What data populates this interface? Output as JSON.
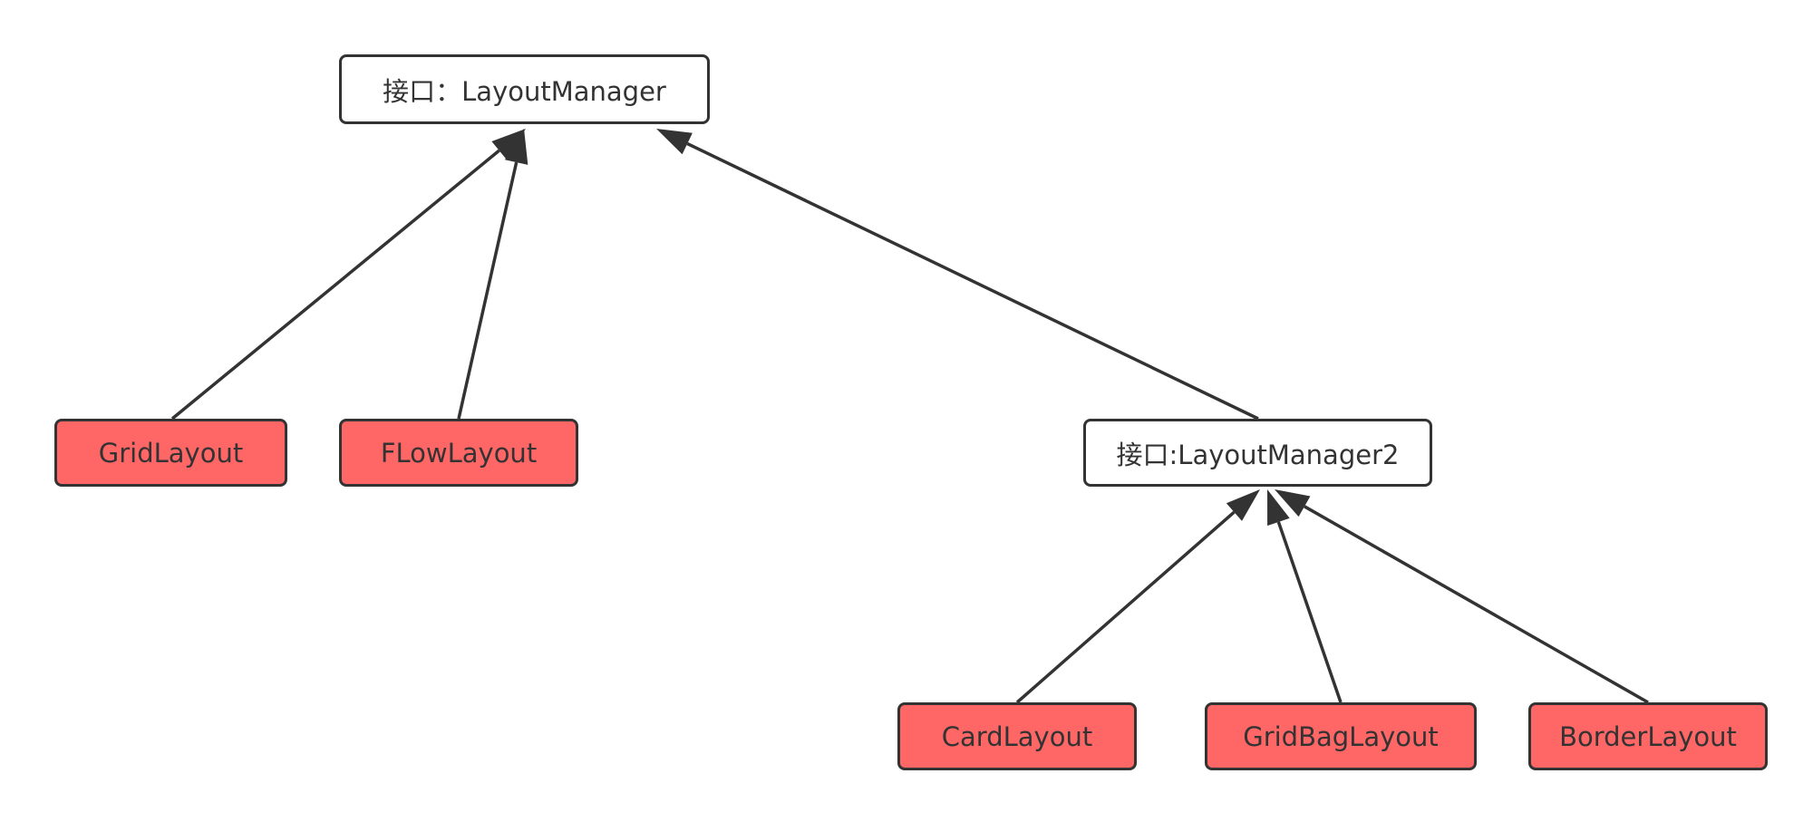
{
  "diagram": {
    "nodes": {
      "layoutmanager": {
        "label": "接口：LayoutManager",
        "kind": "interface"
      },
      "layoutmanager2": {
        "label": "接口:LayoutManager2",
        "kind": "interface"
      },
      "gridlayout": {
        "label": "GridLayout",
        "kind": "implementation"
      },
      "flowlayout": {
        "label": "FLowLayout",
        "kind": "implementation"
      },
      "cardlayout": {
        "label": "CardLayout",
        "kind": "implementation"
      },
      "gridbaglayout": {
        "label": "GridBagLayout",
        "kind": "implementation"
      },
      "borderlayout": {
        "label": "BorderLayout",
        "kind": "implementation"
      }
    },
    "edges": [
      {
        "from": "gridlayout",
        "to": "layoutmanager",
        "type": "inheritance"
      },
      {
        "from": "flowlayout",
        "to": "layoutmanager",
        "type": "inheritance"
      },
      {
        "from": "layoutmanager2",
        "to": "layoutmanager",
        "type": "inheritance"
      },
      {
        "from": "cardlayout",
        "to": "layoutmanager2",
        "type": "inheritance"
      },
      {
        "from": "gridbaglayout",
        "to": "layoutmanager2",
        "type": "inheritance"
      },
      {
        "from": "borderlayout",
        "to": "layoutmanager2",
        "type": "inheritance"
      }
    ],
    "colors": {
      "interface_fill": "#ffffff",
      "implementation_fill": "#ff6666",
      "stroke": "#333333"
    }
  }
}
